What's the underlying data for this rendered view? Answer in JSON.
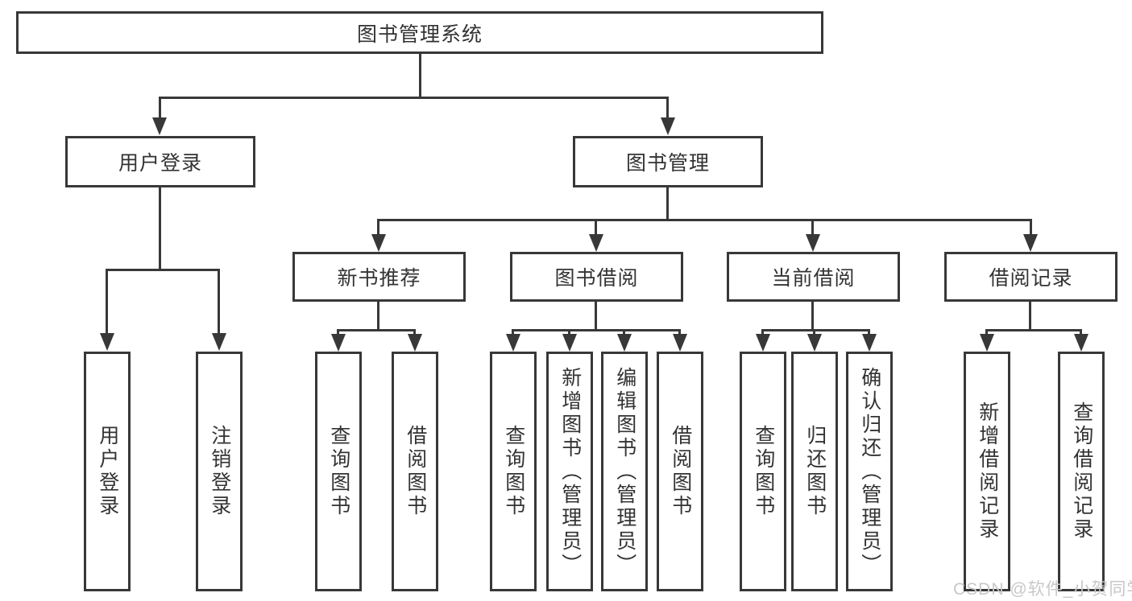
{
  "diagram": {
    "root": {
      "label": "图书管理系统",
      "children": [
        {
          "label": "用户登录",
          "children": [
            {
              "label": "用户登录"
            },
            {
              "label": "注销登录"
            }
          ]
        },
        {
          "label": "图书管理",
          "children": [
            {
              "label": "新书推荐",
              "children": [
                {
                  "label": "查询图书"
                },
                {
                  "label": "借阅图书"
                }
              ]
            },
            {
              "label": "图书借阅",
              "children": [
                {
                  "label": "查询图书"
                },
                {
                  "label": "新增图书（管理员）"
                },
                {
                  "label": "编辑图书（管理员）"
                },
                {
                  "label": "借阅图书"
                }
              ]
            },
            {
              "label": "当前借阅",
              "children": [
                {
                  "label": "查询图书"
                },
                {
                  "label": "归还图书"
                },
                {
                  "label": "确认归还（管理员）"
                }
              ]
            },
            {
              "label": "借阅记录",
              "children": [
                {
                  "label": "新增借阅记录"
                },
                {
                  "label": "查询借阅记录"
                }
              ]
            }
          ]
        }
      ]
    }
  },
  "watermark": {
    "text": "CSDN @软件_小贺同学"
  },
  "colors": {
    "line": "#383838",
    "text": "#333333",
    "watermark": "#c8c8c8",
    "background": "#ffffff"
  }
}
